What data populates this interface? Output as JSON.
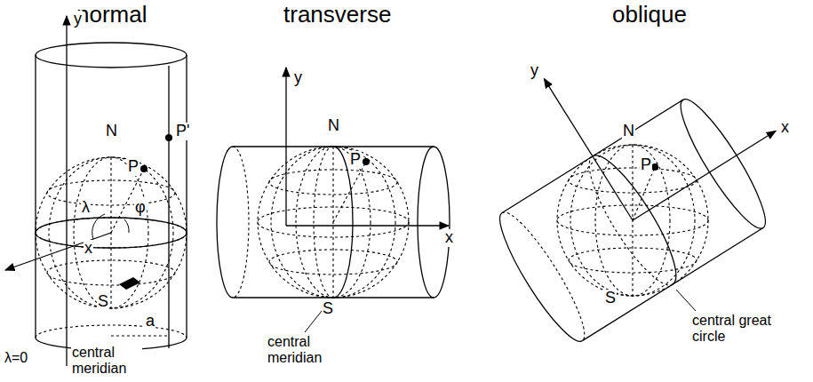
{
  "diagram": {
    "labels": [
      "normal",
      "transverse",
      "oblique",
      "y",
      "N",
      "P'",
      "P",
      "λ",
      "φ",
      "x",
      "S",
      "a",
      "λ=0",
      "central meridian",
      "y",
      "N",
      "P",
      "x",
      "S",
      "central meridian",
      "y",
      "N",
      "P",
      "x",
      "S",
      "central great circle"
    ]
  }
}
